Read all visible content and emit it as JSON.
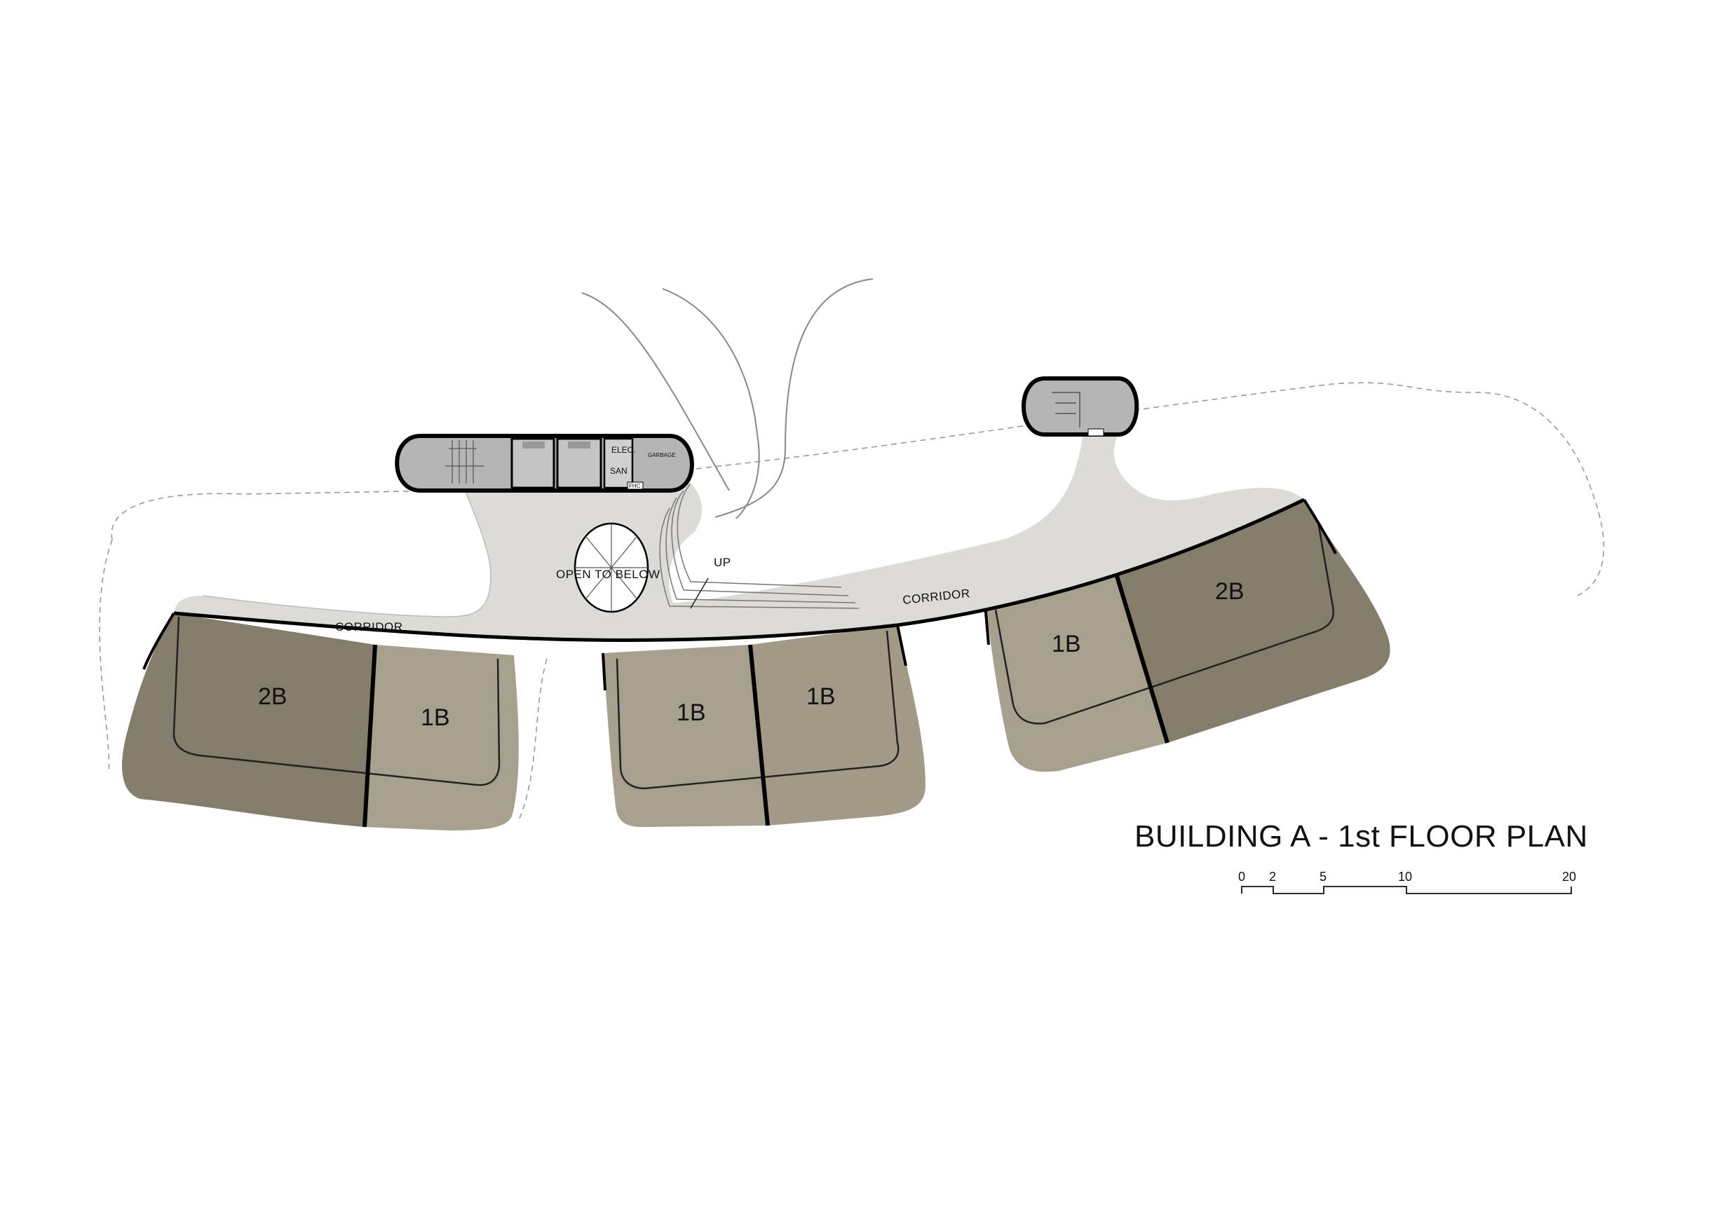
{
  "title": "BUILDING A - 1st FLOOR PLAN",
  "colors": {
    "corridor": "#dcdbd8",
    "unit_2b": "#857d6c",
    "unit_1b": "#a7a08f",
    "unit_balcony": "#a29a86",
    "core": "#b5b5b5",
    "wall": "#000000",
    "outline": "#999999"
  },
  "labels": {
    "corridor_left": "CORRIDOR",
    "corridor_right": "CORRIDOR",
    "open_to_below": "OPEN TO BELOW",
    "up": "UP",
    "elec": "ELEC.",
    "san": "SAN",
    "garbage": "GARBAGE",
    "fhc": "FHC"
  },
  "units": [
    {
      "name": "2B",
      "type": "2B"
    },
    {
      "name": "1B",
      "type": "1B"
    },
    {
      "name": "1B",
      "type": "1B"
    },
    {
      "name": "1B",
      "type": "1B"
    },
    {
      "name": "1B",
      "type": "1B"
    },
    {
      "name": "2B",
      "type": "2B"
    }
  ],
  "scale_bar": {
    "ticks": [
      "0",
      "2",
      "5",
      "10",
      "20"
    ]
  }
}
